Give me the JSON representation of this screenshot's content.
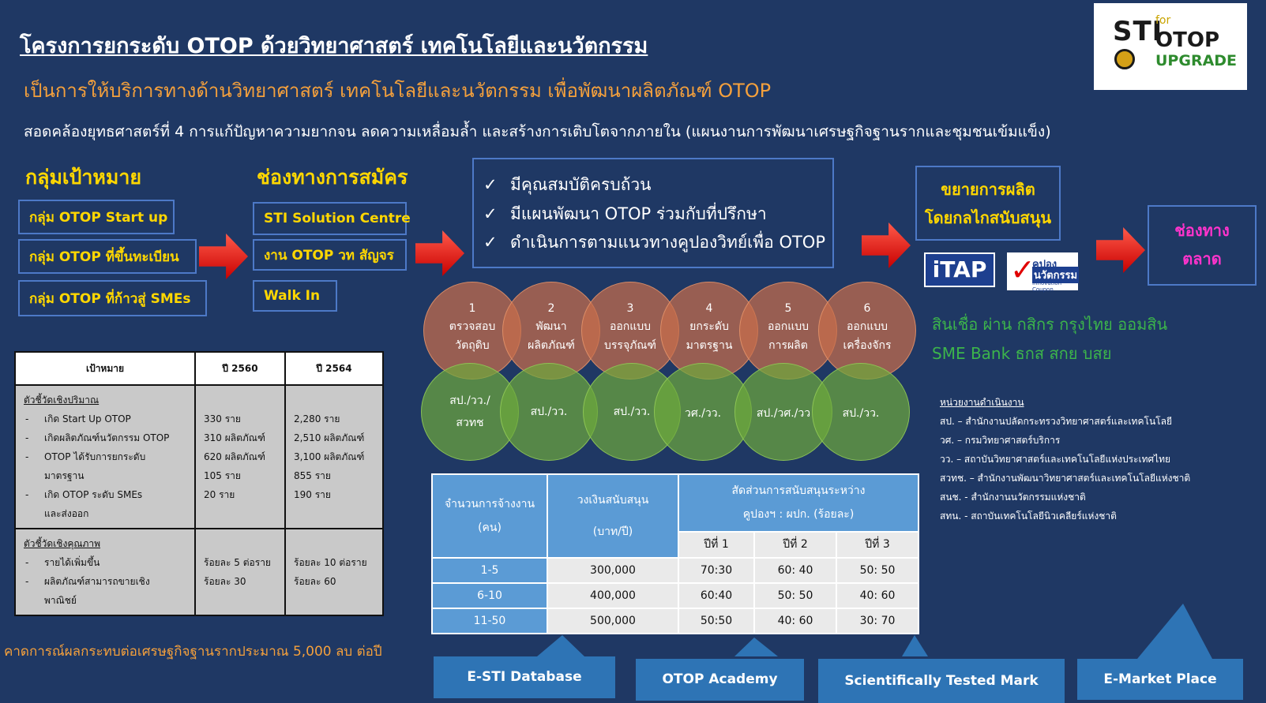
{
  "title": "โครงการยกระดับ OTOP ด้วยวิทยาศาสตร์ เทคโนโลยีและนวัตกรรม",
  "subtitle": "เป็นการให้บริการทางด้านวิทยาศาสตร์ เทคโนโลยีและนวัตกรรม เพื่อพัฒนาผลิตภัณฑ์ OTOP",
  "strategy": "สอดคล้องยุทธศาสตร์ที่ 4  การแก้ปัญหาความยากจน ลดความเหลื่อมล้ำ และสร้างการเติบโตจากภายใน (แผนงานการพัฒนาเศรษฐกิจฐานรากและชุมชนเข้มแข็ง)",
  "logo": {
    "sti": "STI",
    "for": "for",
    "otop": "OTOP",
    "upgrade": "UPGRADE"
  },
  "target_group": {
    "heading": "กลุ่มเป้าหมาย",
    "items": [
      "กลุ่ม OTOP Start up",
      "กลุ่ม OTOP ที่ขึ้นทะเบียน",
      "กลุ่ม OTOP ที่ก้าวสู่ SMEs"
    ]
  },
  "apply_channels": {
    "heading": "ช่องทางการสมัคร",
    "items": [
      "STI Solution Centre",
      "งาน OTOP วท สัญจร",
      "Walk In"
    ]
  },
  "qualifications": [
    "มีคุณสมบัติครบถ้วน",
    "มีแผนพัฒนา OTOP ร่วมกับที่ปรึกษา",
    "ดำเนินการตามแนวทางคูปองวิทย์เพื่อ OTOP"
  ],
  "check_mark": "✓",
  "expand": {
    "line1": "ขยายการผลิต",
    "line2": "โดยกลไกสนับสนุน"
  },
  "market": {
    "line1": "ช่องทาง",
    "line2": "ตลาด"
  },
  "itap_label": "iTAP",
  "coupon": {
    "line1": "คูปอง",
    "line2": "นวัตกรรม",
    "line3": "Innovation Coupon"
  },
  "credit": {
    "line1": "สินเชื่อ ผ่าน กสิกร กรุงไทย ออมสิน",
    "line2": "SME Bank ธกส สกย บสย"
  },
  "steps": [
    {
      "num": "1",
      "line1": "ตรวจสอบ",
      "line2": "วัตถุดิบ",
      "agency1": "สป./วว./",
      "agency2": "สวทช"
    },
    {
      "num": "2",
      "line1": "พัฒนา",
      "line2": "ผลิตภัณฑ์",
      "agency1": "สป./วว.",
      "agency2": ""
    },
    {
      "num": "3",
      "line1": "ออกแบบ",
      "line2": "บรรจุภัณฑ์",
      "agency1": "สป./วว.",
      "agency2": ""
    },
    {
      "num": "4",
      "line1": "ยกระดับ",
      "line2": "มาตรฐาน",
      "agency1": "วศ./วว.",
      "agency2": ""
    },
    {
      "num": "5",
      "line1": "ออกแบบ",
      "line2": "การผลิต",
      "agency1": "สป./วศ./วว",
      "agency2": ""
    },
    {
      "num": "6",
      "line1": "ออกแบบ",
      "line2": "เครื่องจักร",
      "agency1": "สป./วว.",
      "agency2": ""
    }
  ],
  "units": {
    "heading": "หน่วยงานดำเนินงาน",
    "items": [
      "สป. – สำนักงานปลัดกระทรวงวิทยาศาสตร์และเทคโนโลยี",
      "วศ. – กรมวิทยาศาสตร์บริการ",
      "วว. – สถาบันวิทยาศาสตร์และเทคโนโลยีแห่งประเทศไทย",
      "สวทช. – สำนักงานพัฒนาวิทยาศาสตร์และเทคโนโลยีแห่งชาติ",
      "สนช. -  สำนักงานนวัตกรรมแห่งชาติ",
      "สทน. - สถาบันเทคโนโลยีนิวเคลียร์แห่งชาติ"
    ]
  },
  "goal_table": {
    "headers": [
      "เป้าหมาย",
      "ปี 2560",
      "ปี 2564"
    ],
    "quant_heading": "ตัวชี้วัดเชิงปริมาณ",
    "quant_items": [
      "เกิด Start Up OTOP",
      "เกิดผลิตภัณฑ์นวัตกรรม OTOP",
      "OTOP ได้รับการยกระดับ",
      "มาตรฐาน",
      "เกิด OTOP ระดับ SMEs",
      "และส่งออก"
    ],
    "quant_2560": [
      "330 ราย",
      "310 ผลิตภัณฑ์",
      "620 ผลิตภัณฑ์",
      "",
      "105 ราย",
      "20 ราย"
    ],
    "quant_2564": [
      "2,280 ราย",
      "2,510 ผลิตภัณฑ์",
      "3,100 ผลิตภัณฑ์",
      "",
      "855 ราย",
      "190 ราย"
    ],
    "qual_heading": "ตัวชี้วัดเชิงคุณภาพ",
    "qual_items": [
      "รายได้เพิ่มขึ้น",
      "ผลิตภัณฑ์สามารถขายเชิง",
      "พาณิชย์"
    ],
    "qual_2560": [
      "ร้อยละ 5 ต่อราย",
      "ร้อยละ 30",
      ""
    ],
    "qual_2564": [
      "ร้อยละ 10 ต่อราย",
      "ร้อยละ 60",
      ""
    ]
  },
  "fund_table": {
    "h_emp1": "จำนวนการจ้างงาน",
    "h_emp2": "(คน)",
    "h_amt1": "วงเงินสนับสนุน",
    "h_amt2": "(บาท/ปี)",
    "h_ratio1": "สัดส่วนการสนับสนุนระหว่าง",
    "h_ratio2": "คูปองฯ : ผปก. (ร้อยละ)",
    "years": [
      "ปีที่ 1",
      "ปีที่ 2",
      "ปีที่ 3"
    ],
    "rows": [
      {
        "emp": "1-5",
        "amt": "300,000",
        "y1": "70:30",
        "y2": "60: 40",
        "y3": "50: 50"
      },
      {
        "emp": "6-10",
        "amt": "400,000",
        "y1": "60:40",
        "y2": "50: 50",
        "y3": "40: 60"
      },
      {
        "emp": "11-50",
        "amt": "500,000",
        "y1": "50:50",
        "y2": "40: 60",
        "y3": "30: 70"
      }
    ]
  },
  "impact": "คาดการณ์ผลกระทบต่อเศรษฐกิจฐานรากประมาณ 5,000 ลบ ต่อปี",
  "platforms": [
    "E-STI Database",
    "OTOP Academy",
    "Scientifically Tested Mark",
    "E-Market Place"
  ]
}
